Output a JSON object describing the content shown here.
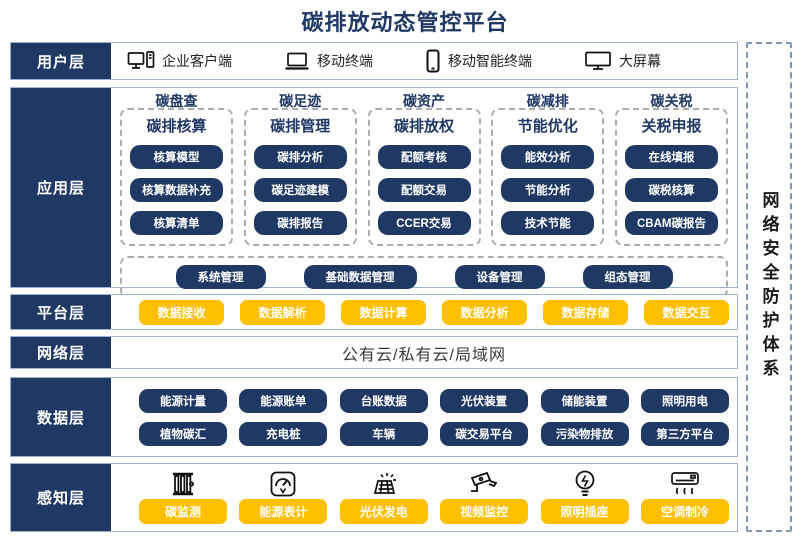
{
  "title": "碳排放动态管控平台",
  "security": {
    "label": "网络安全防护体系"
  },
  "user_layer": {
    "label": "用户层",
    "items": [
      {
        "icon": "desktop-client-icon",
        "label": "企业客户端"
      },
      {
        "icon": "laptop-icon",
        "label": "移动终端"
      },
      {
        "icon": "smartphone-icon",
        "label": "移动智能终端"
      },
      {
        "icon": "big-screen-icon",
        "label": "大屏幕"
      }
    ]
  },
  "app_layer": {
    "label": "应用层",
    "columns": [
      {
        "category": "碳盘查",
        "module": "碳排核算",
        "items": [
          "核算模型",
          "核算数据补充",
          "核算清单"
        ]
      },
      {
        "category": "碳足迹",
        "module": "碳排管理",
        "items": [
          "碳排分析",
          "碳足迹建模",
          "碳排报告"
        ]
      },
      {
        "category": "碳资产",
        "module": "碳排放权",
        "items": [
          "配额考核",
          "配额交易",
          "CCER交易"
        ]
      },
      {
        "category": "碳减排",
        "module": "节能优化",
        "items": [
          "能效分析",
          "节能分析",
          "技术节能"
        ]
      },
      {
        "category": "碳关税",
        "module": "关税申报",
        "items": [
          "在线填报",
          "碳税核算",
          "CBAM碳报告"
        ]
      }
    ],
    "common": [
      "系统管理",
      "基础数据管理",
      "设备管理",
      "组态管理"
    ]
  },
  "platform_layer": {
    "label": "平台层",
    "items": [
      "数据接收",
      "数据解析",
      "数据计算",
      "数据分析",
      "数据存储",
      "数据交互"
    ]
  },
  "network_layer": {
    "label": "网络层",
    "content": "公有云/私有云/局域网"
  },
  "data_layer": {
    "label": "数据层",
    "row1": [
      "能源计量",
      "能源账单",
      "台账数据",
      "光伏装置",
      "储能装置",
      "照明用电"
    ],
    "row2": [
      "植物碳汇",
      "充电桩",
      "车辆",
      "碳交易平台",
      "污染物排放",
      "第三方平台"
    ]
  },
  "perception_layer": {
    "label": "感知层",
    "items": [
      {
        "icon": "carbon-monitor-icon",
        "label": "碳监测"
      },
      {
        "icon": "energy-meter-icon",
        "label": "能源表计"
      },
      {
        "icon": "solar-power-icon",
        "label": "光伏发电"
      },
      {
        "icon": "cctv-camera-icon",
        "label": "视频监控"
      },
      {
        "icon": "lighting-socket-icon",
        "label": "照明插座"
      },
      {
        "icon": "air-conditioner-icon",
        "label": "空调制冷"
      }
    ]
  },
  "colors": {
    "navy": "#1F3864",
    "gold": "#FFC000",
    "row_border": "#9FB3D1"
  }
}
